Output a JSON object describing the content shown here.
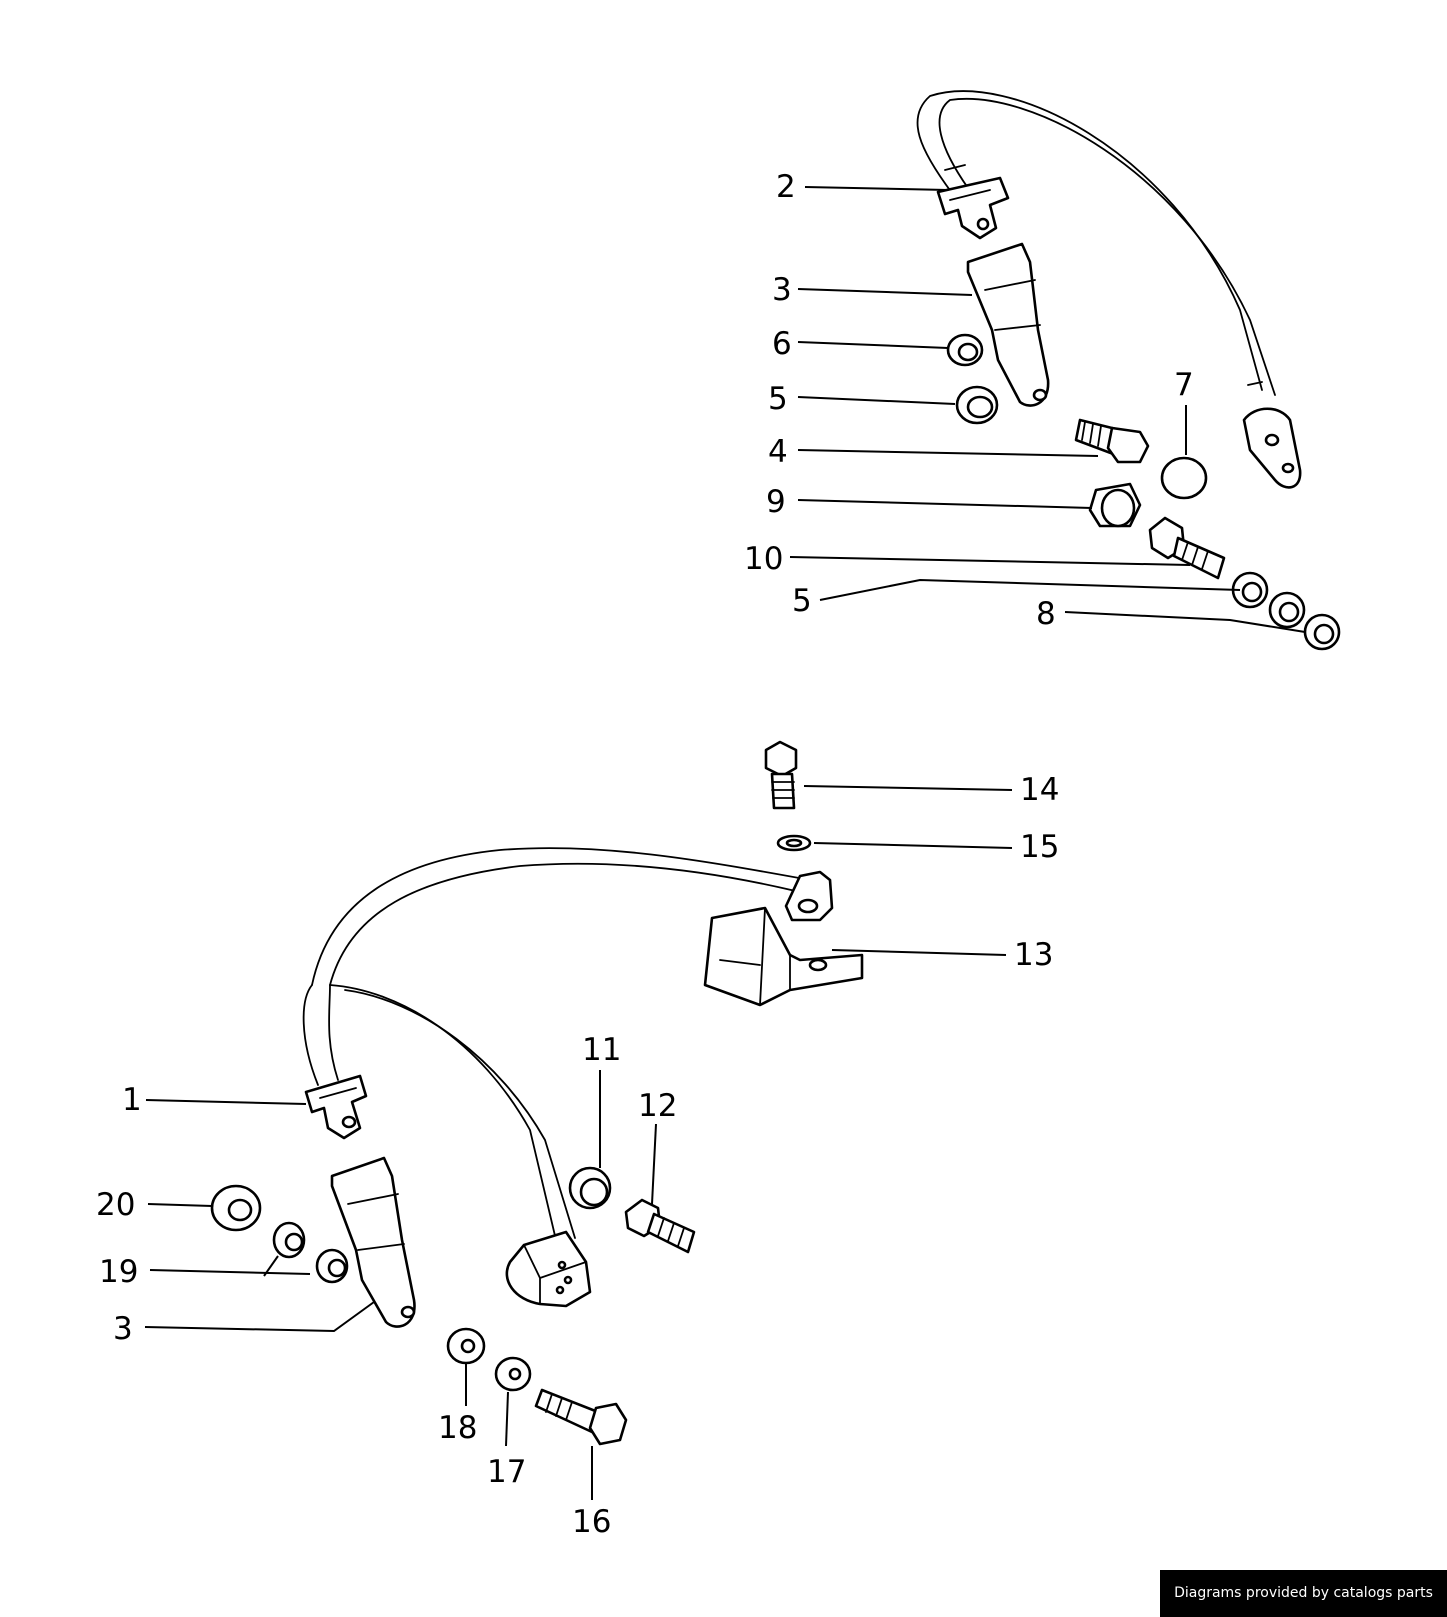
{
  "diagram": {
    "callouts": {
      "top": {
        "c2": "2",
        "c3": "3",
        "c6": "6",
        "c5a": "5",
        "c4": "4",
        "c7": "7",
        "c9": "9",
        "c10": "10",
        "c5b": "5",
        "c8": "8"
      },
      "bottom": {
        "c14": "14",
        "c15": "15",
        "c13": "13",
        "c11": "11",
        "c12": "12",
        "c1": "1",
        "c20": "20",
        "c19": "19",
        "c3": "3",
        "c18": "18",
        "c17": "17",
        "c16": "16"
      }
    }
  },
  "footer": {
    "credit": "Diagrams provided by catalogs parts"
  }
}
